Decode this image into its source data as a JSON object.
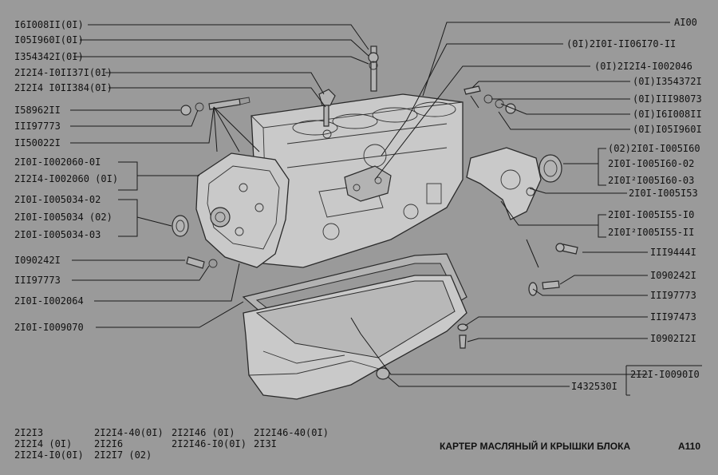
{
  "labels_left": [
    "I6I008II(0I)",
    "I05I960I(0I)",
    "I354342I(0I)",
    "2I2I4-I0II37I(0I)",
    "2I2I4 I0II384(0I)",
    "I58962II",
    "III97773",
    "II50022I",
    "2I0I-I002060-0I",
    "2I2I4-I002060  (0I)",
    "2I0I-I005034-02",
    "2I0I-I005034    (02)",
    "2I0I-I005034-03",
    "I090242I",
    "III97773",
    "2I0I-I002064",
    "2I0I-I009070"
  ],
  "labels_right": [
    "AI00",
    "(0I)2I0I-II06I70-II",
    "(0I)2I2I4-I002046",
    "(0I)I354372I",
    "(0I)III98073",
    "(0I)I6I008II",
    "(0I)I05I960I",
    "(02)2I0I-I005I60",
    "2I0I-I005I60-02",
    "2I0I²I005I60-03",
    "2I0I-I005I53",
    "2I0I-I005I55-I0",
    "2I0I²I005I55-II",
    "III9444I",
    "I090242I",
    "III97773",
    "III97473",
    "I0902I2I",
    "2I2I-I0090I0",
    "I432530I"
  ],
  "models": [
    [
      "2I2I3",
      "2I2I4-40(0I)",
      "2I2I46   (0I)",
      "2I2I46-40(0I)"
    ],
    [
      "2I2I4      (0I)",
      "2I2I6",
      "2I2I46-I0(0I)",
      "2I3I"
    ],
    [
      "2I2I4-I0(0I)",
      "2I2I7     (02)",
      "",
      ""
    ]
  ],
  "title": "КАРТЕР МАСЛЯНЫЙ И КРЫШКИ БЛОКА",
  "page_code": "A110"
}
